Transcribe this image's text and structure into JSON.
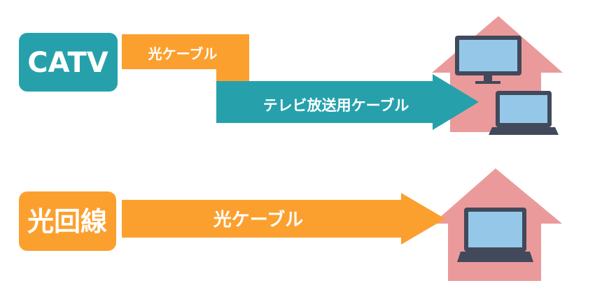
{
  "catv_section": {
    "source_label": "CATV",
    "optical_cable_label": "光ケーブル",
    "tv_cable_label": "テレビ放送用ケーブル"
  },
  "fiber_section": {
    "source_label": "光回線",
    "optical_cable_label": "光ケーブル"
  },
  "colors": {
    "teal": "#26a1ac",
    "orange": "#fba02f",
    "house_pink": "#eb9a9b",
    "screen_blue": "#95c8e8",
    "device_dark": "#41495a"
  },
  "icons": [
    "house-icon",
    "monitor-icon",
    "laptop-icon"
  ]
}
